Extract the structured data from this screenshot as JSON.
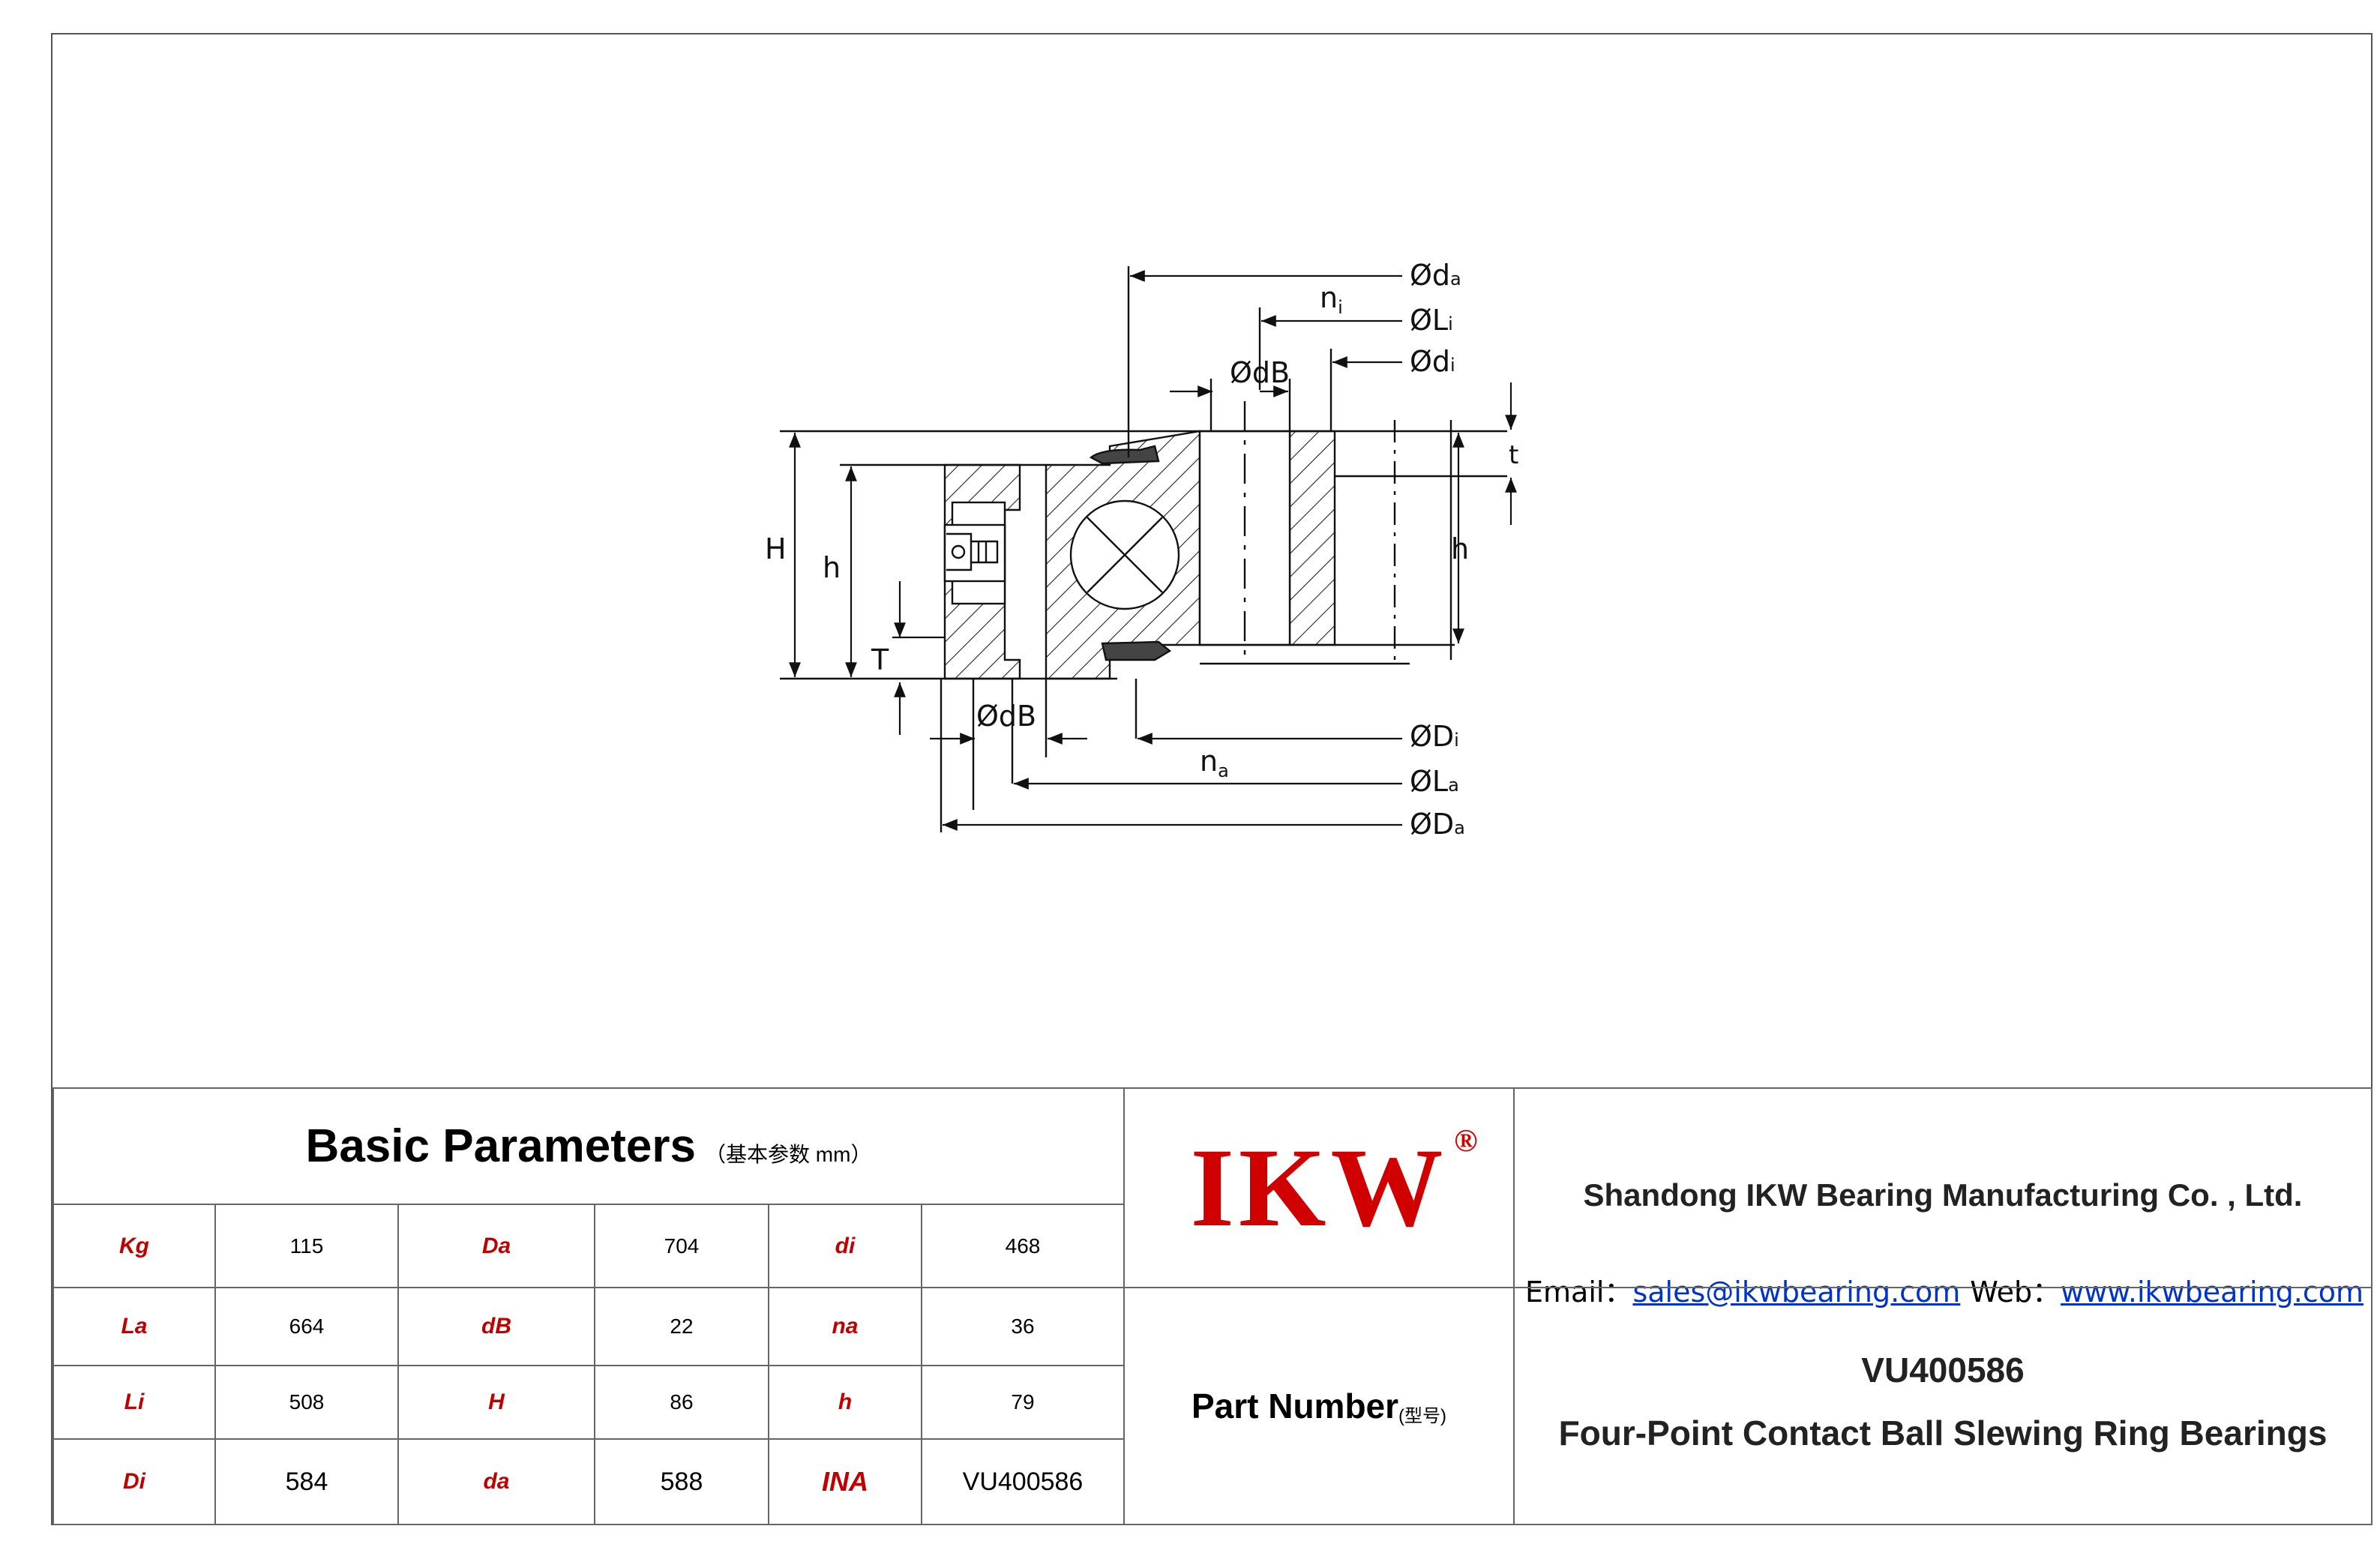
{
  "drawing": {
    "labels": {
      "da": "Ød",
      "da_sub": "a",
      "ni": "n",
      "ni_sub": "i",
      "li": "ØL",
      "li_sub": "i",
      "db_top": "ØdB",
      "di": "Ød",
      "di_sub": "i",
      "t_small": "t",
      "h_right": "h",
      "H": "H",
      "h_left": "h",
      "T": "T",
      "db_bottom": "ØdB",
      "Di": "ØD",
      "Di_sub": "i",
      "na": "n",
      "na_sub": "a",
      "La": "ØL",
      "La_sub": "a",
      "Da": "ØD",
      "Da_sub": "a"
    }
  },
  "table": {
    "title": "Basic Parameters",
    "title_sub": "（基本参数 mm）",
    "rows": [
      [
        {
          "label": "Kg",
          "value": "115"
        },
        {
          "label": "Da",
          "value": "704"
        },
        {
          "label": "di",
          "value": "468"
        }
      ],
      [
        {
          "label": "La",
          "value": "664"
        },
        {
          "label": "dB",
          "value": "22"
        },
        {
          "label": "na",
          "value": "36"
        }
      ],
      [
        {
          "label": "Li",
          "value": "508"
        },
        {
          "label": "H",
          "value": "86"
        },
        {
          "label": "h",
          "value": "79"
        }
      ],
      [
        {
          "label": "Di",
          "value": "584"
        },
        {
          "label": "da",
          "value": "588"
        },
        {
          "label": "INA",
          "value": "VU400586"
        }
      ]
    ]
  },
  "brand": {
    "logo": "IKW",
    "registered": "®",
    "company": "Shandong IKW Bearing Manufacturing Co. , Ltd.",
    "email_label": "Email：",
    "email": "sales@ikwbearing.com",
    "web_label": "Web：",
    "web": "www.ikwbearing.com",
    "logo_color": "#d10000",
    "link_color": "#0033cc"
  },
  "part": {
    "label": "Part Number",
    "label_sub": "(型号)",
    "code": "VU400586",
    "description": "Four-Point Contact Ball Slewing Ring Bearings"
  }
}
